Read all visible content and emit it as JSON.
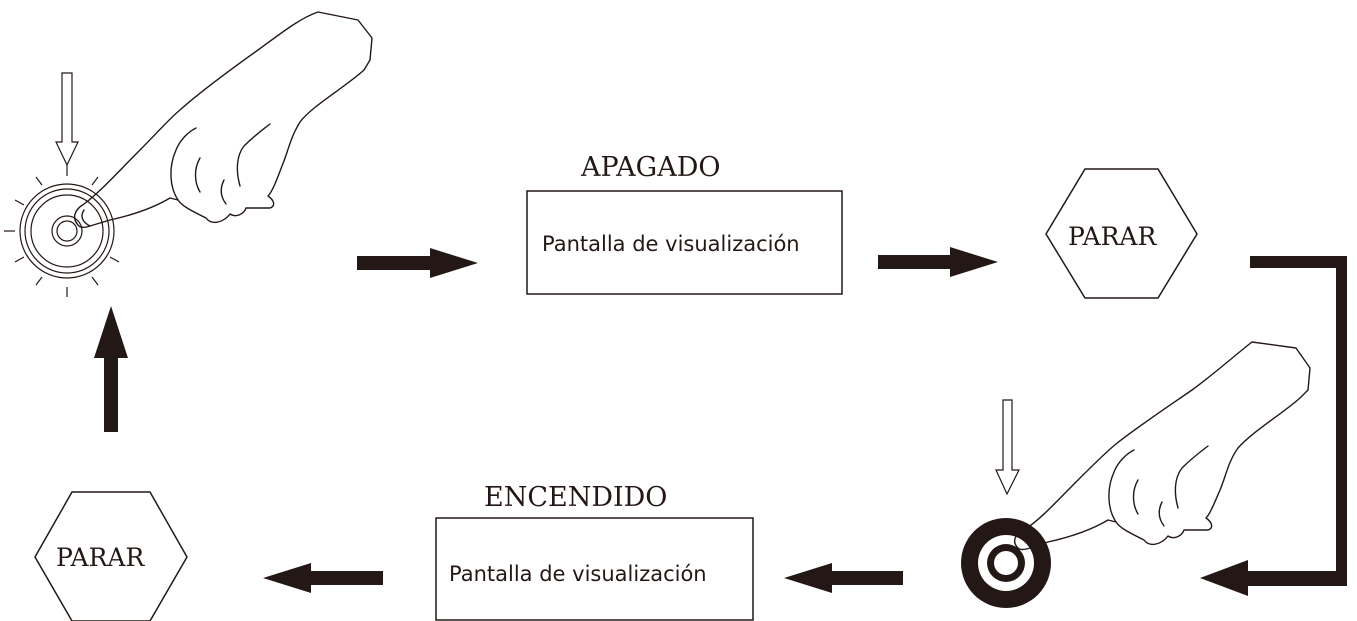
{
  "top_state_label": "APAGADO",
  "bottom_state_label": "ENCENDIDO",
  "display_box_top": "Pantalla de visualización",
  "display_box_bottom": "Pantalla de visualización",
  "hexagon_right": "PARAR",
  "hexagon_left": "PARAR",
  "colors": {
    "stroke": "#231815",
    "background": "#ffffff"
  }
}
